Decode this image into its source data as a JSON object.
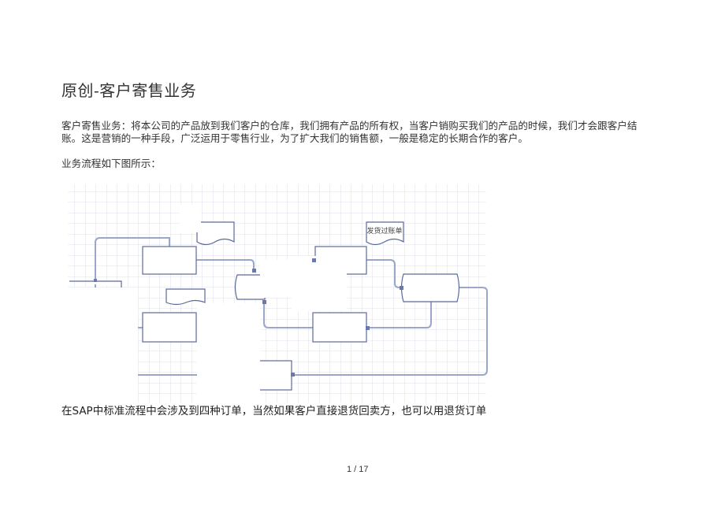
{
  "document": {
    "title": "原创-客户寄售业务",
    "paragraphs": [
      "客户寄售业务：将本公司的产品放到我们客户的仓库，我们拥有产品的所有权，当客户销购买我们的产品的时候，我们才会跟客户结",
      "账。这是营销的一种手段，广泛运用于零售行业，为了扩大我们的销售额，一般是稳定的长期合作的客户。",
      "业务流程如下图所示："
    ],
    "diagram": {
      "doc_label": "发货过账单"
    },
    "caption": "在SAP中标准流程中会涉及到四种订单，当然如果客户直接退货回卖方，也可以用退货订单",
    "page_number": "1 / 17"
  },
  "colors": {
    "grid": "#d6d6e6",
    "connector": "#9aa6cc",
    "box": "#5a6a9a"
  }
}
